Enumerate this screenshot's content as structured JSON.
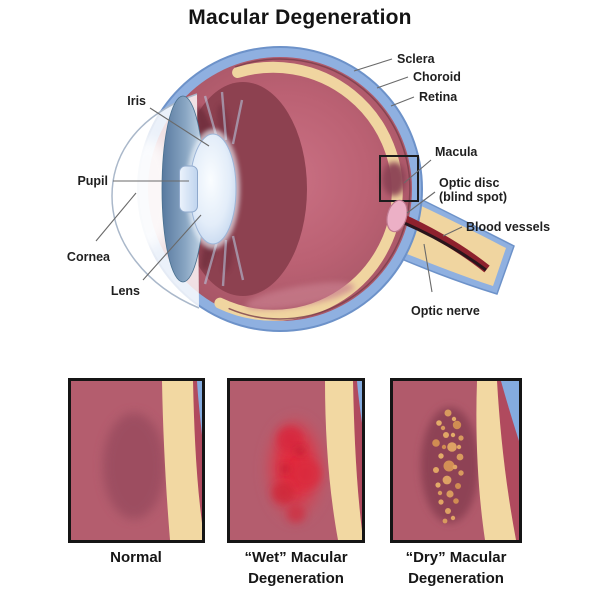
{
  "title": "Macular Degeneration",
  "eye_labels": {
    "sclera": "Sclera",
    "choroid": "Choroid",
    "retina": "Retina",
    "iris": "Iris",
    "pupil": "Pupil",
    "cornea": "Cornea",
    "lens": "Lens",
    "macula": "Macula",
    "optic_disc_line1": "Optic disc",
    "optic_disc_line2": "(blind spot)",
    "blood_vessels": "Blood vessels",
    "optic_nerve": "Optic nerve"
  },
  "panels": [
    {
      "caption": "Normal"
    },
    {
      "caption": "“Wet” Macular Degeneration"
    },
    {
      "caption": "“Dry” Macular Degeneration"
    }
  ],
  "colors": {
    "macula_label": "#b5121d",
    "label_text": "#1f1f1f",
    "sclera_blue": "#8fb0e0",
    "choroid_tan": "#f0d5a0",
    "retina_rose": "#a85563",
    "interior_rose": "#b65e70",
    "wet_hemorrhage_red": "#dc2438",
    "drusen_tan": "#dba05f",
    "panel_border": "#151515"
  }
}
